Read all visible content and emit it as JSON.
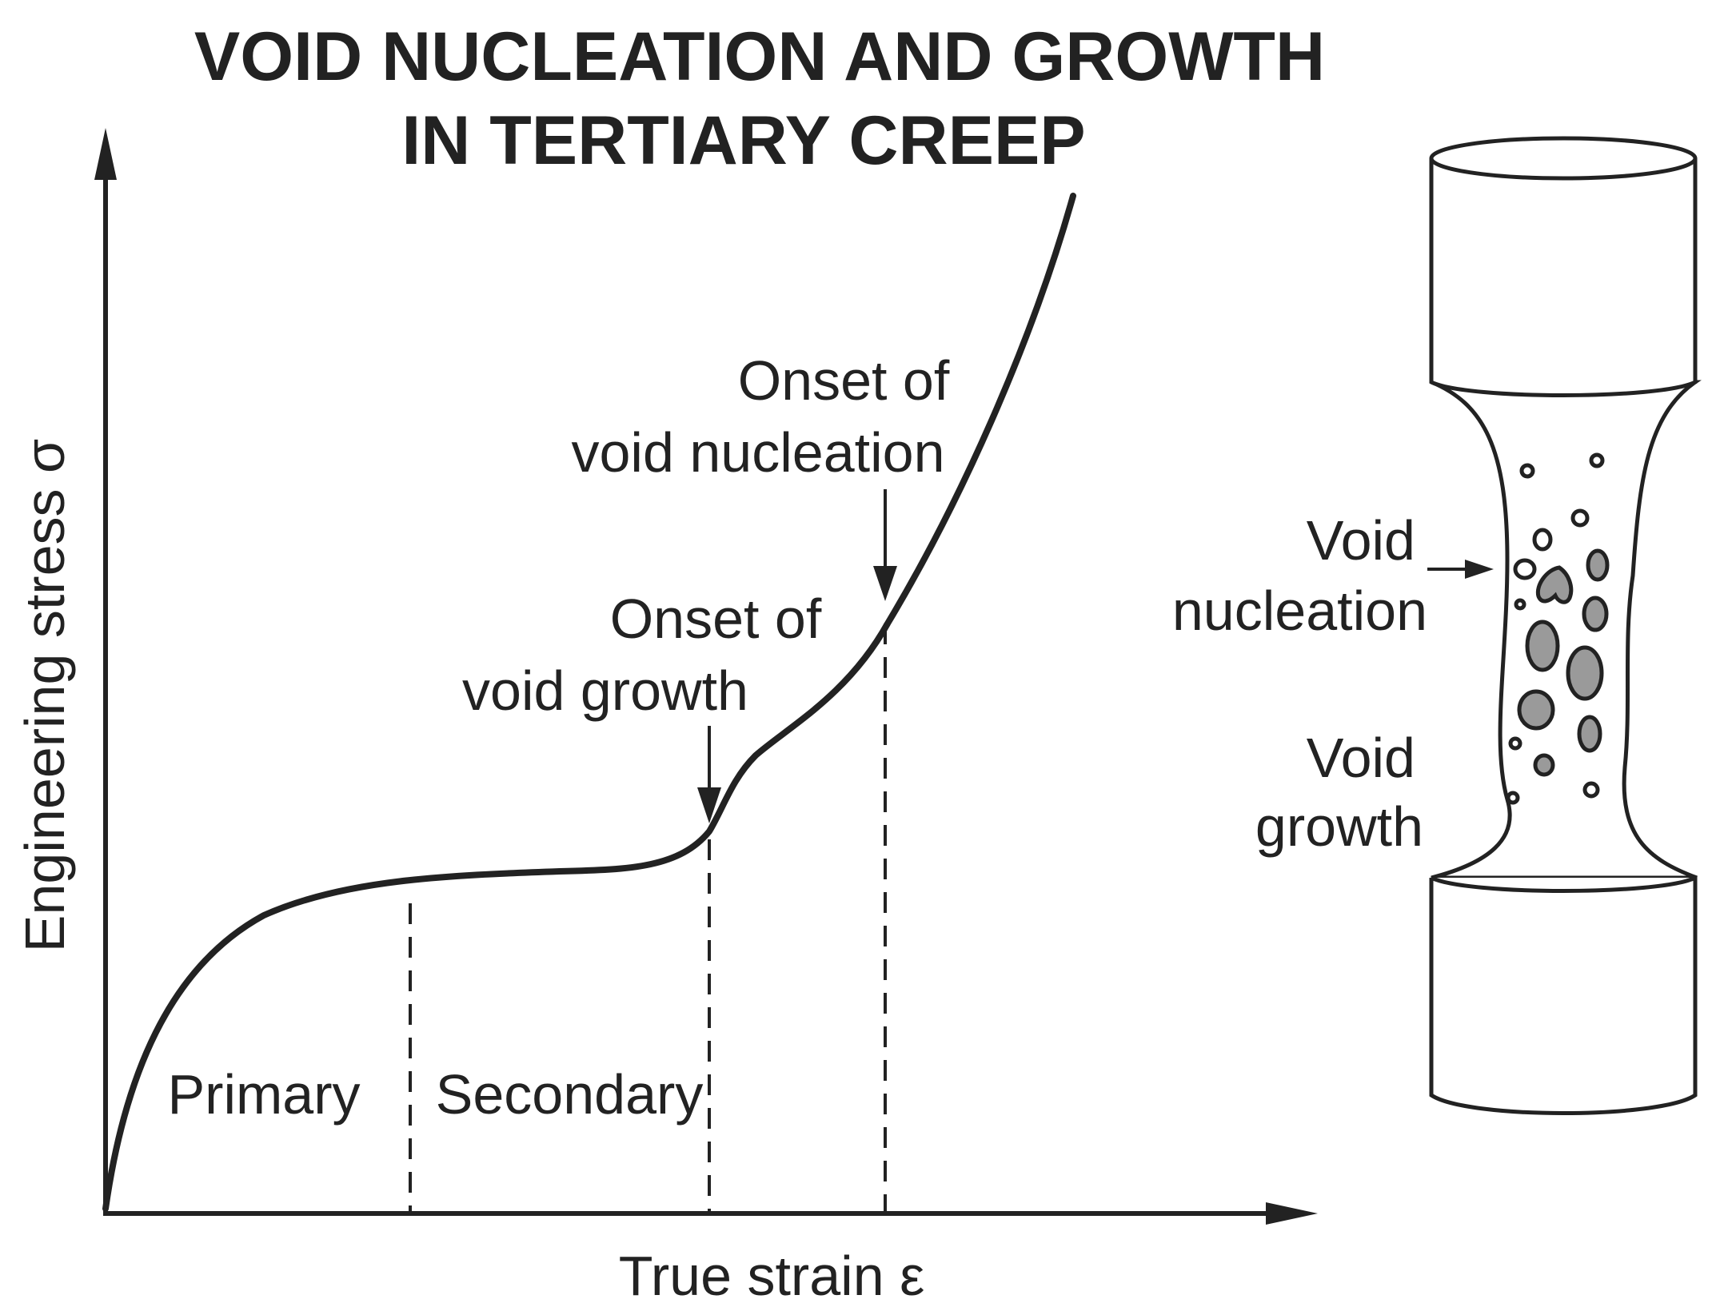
{
  "title": {
    "line1": "VOID NUCLEATION AND GROWTH",
    "line2": "IN TERTIARY CREEP"
  },
  "axes": {
    "y_label": "Engineering stress σ",
    "x_label": "True strain ε"
  },
  "regions": {
    "primary": "Primary",
    "secondary": "Secondary"
  },
  "annotations": {
    "void_growth_onset": {
      "line1": "Onset of",
      "line2": "void growth"
    },
    "void_nucleation_onset": {
      "line1": "Onset of",
      "line2": "void nucleation"
    }
  },
  "specimen": {
    "nucleation_label": {
      "line1": "Void",
      "line2": "nucleation"
    },
    "growth_label": {
      "line1": "Void",
      "line2": "growth"
    }
  },
  "colors": {
    "ink": "#222222",
    "void_fill": "#9a9a9a"
  }
}
